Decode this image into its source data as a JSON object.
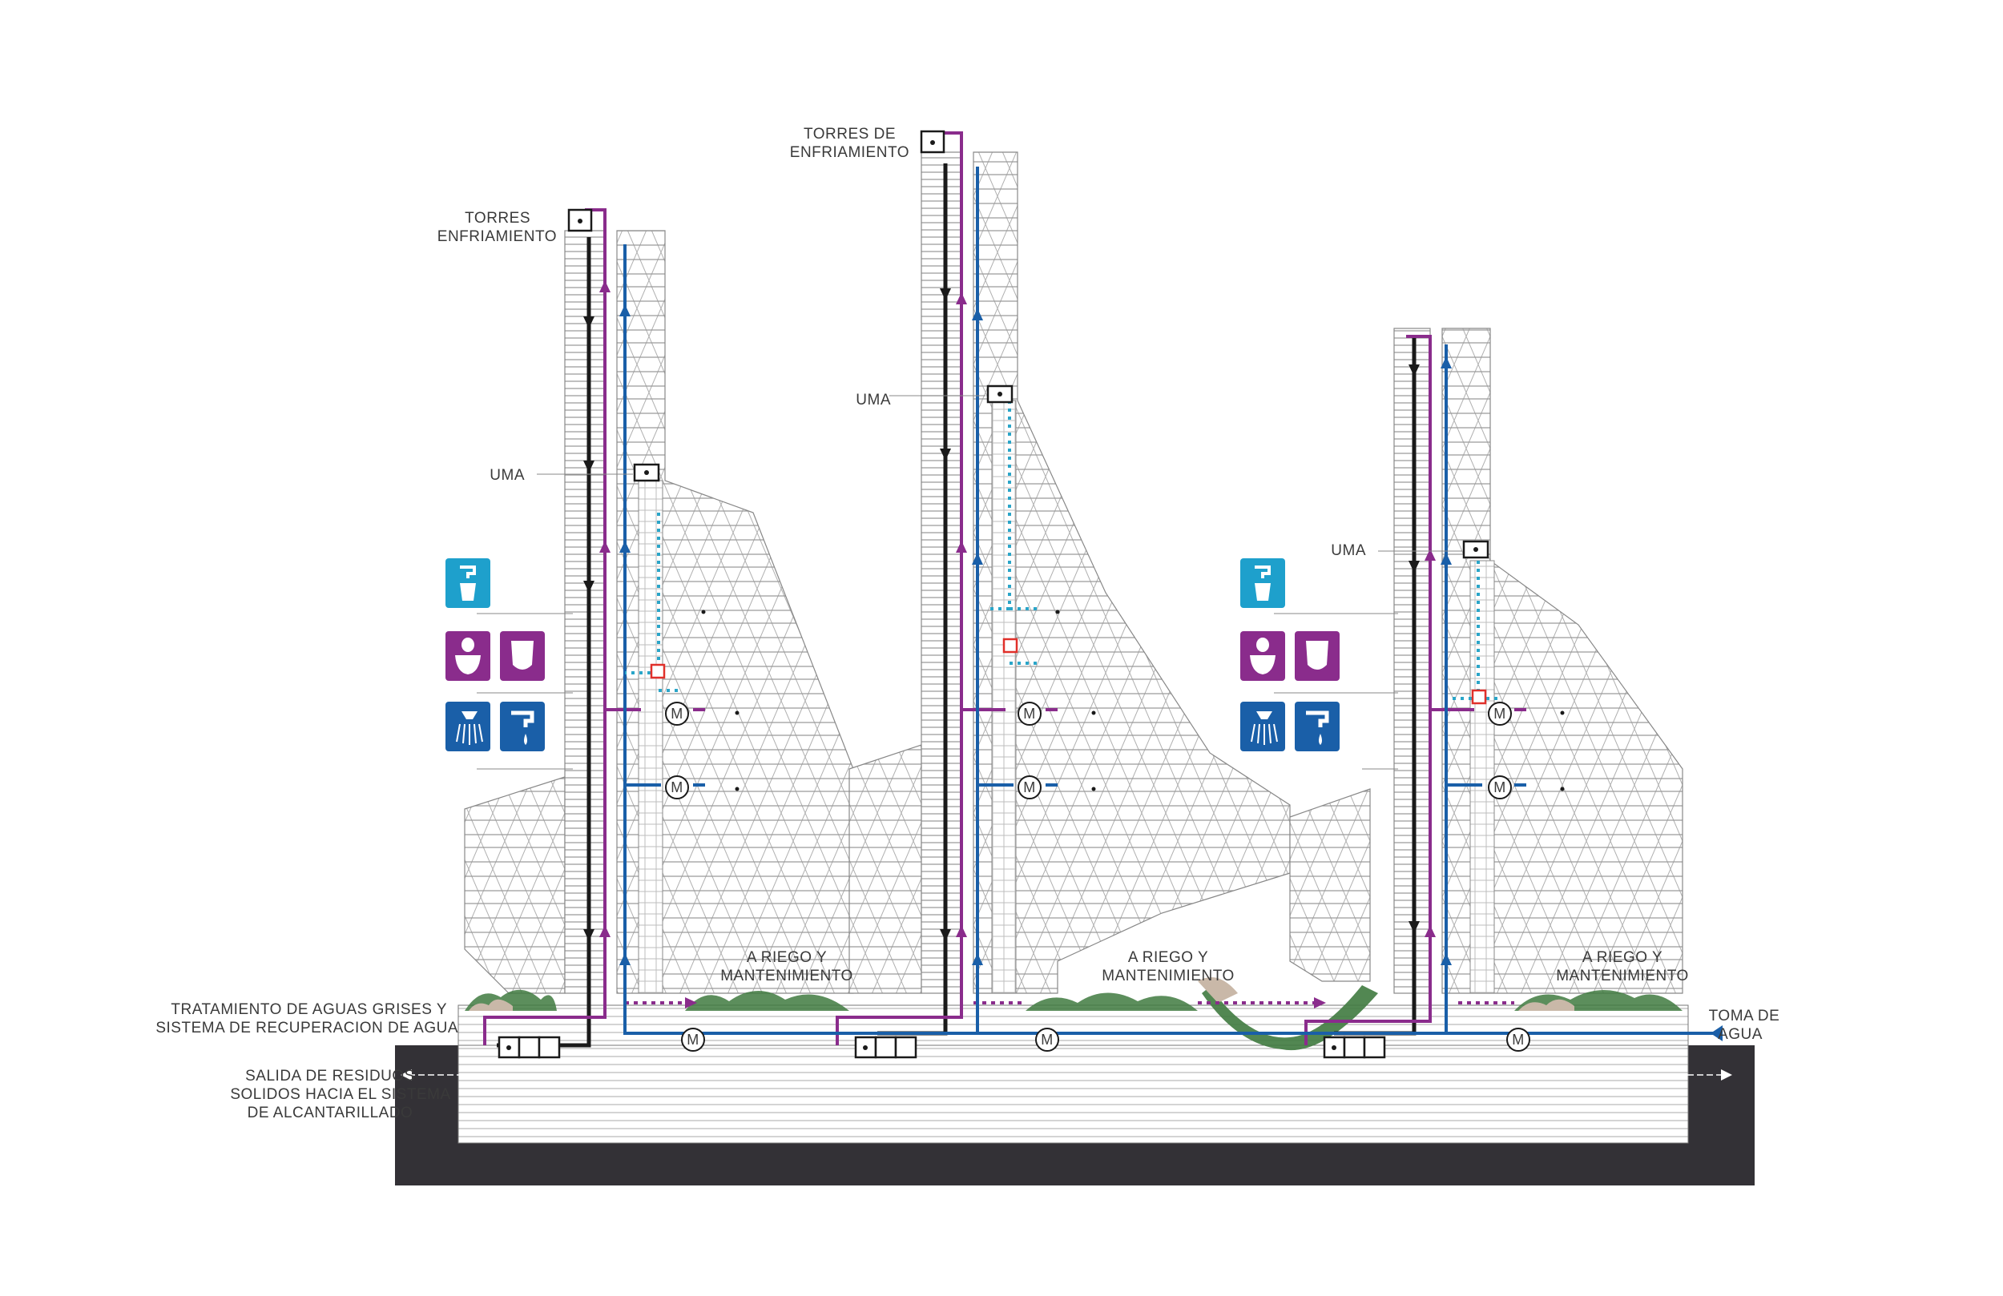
{
  "labels": {
    "torres_left_1": "TORRES",
    "torres_left_2": "ENFRIAMIENTO",
    "torres_center_1": "TORRES DE",
    "torres_center_2": "ENFRIAMIENTO",
    "uma": "UMA",
    "riego_1": "A RIEGO Y",
    "riego_2": "MANTENIMIENTO",
    "tratamiento_1": "TRATAMIENTO DE AGUAS GRISES Y",
    "tratamiento_2": "SISTEMA DE RECUPERACION DE AGUA",
    "salida_1": "SALIDA DE RESIDUOS",
    "salida_2": "SOLIDOS HACIA EL SISTEMA",
    "salida_3": "DE ALCANTARILLADO",
    "toma_1": "TOMA DE",
    "toma_2": "AGUA",
    "motor": "M"
  },
  "colors": {
    "black_pipe": "#1a1a1a",
    "purple_pipe": "#8a2c8c",
    "blue_pipe": "#1a5fa8",
    "cyan_dotted": "#2aa5c8",
    "icon_cyan": "#1ea0cc",
    "icon_purple": "#8a2c8c",
    "icon_blue": "#1a5fa8",
    "base_dark": "#333136",
    "valve_red": "#e0302a",
    "greenery": "#3f7a3f"
  },
  "icons": [
    "drinking-water-icon",
    "toilet-icon",
    "urinal-icon",
    "shower-icon",
    "faucet-icon"
  ]
}
